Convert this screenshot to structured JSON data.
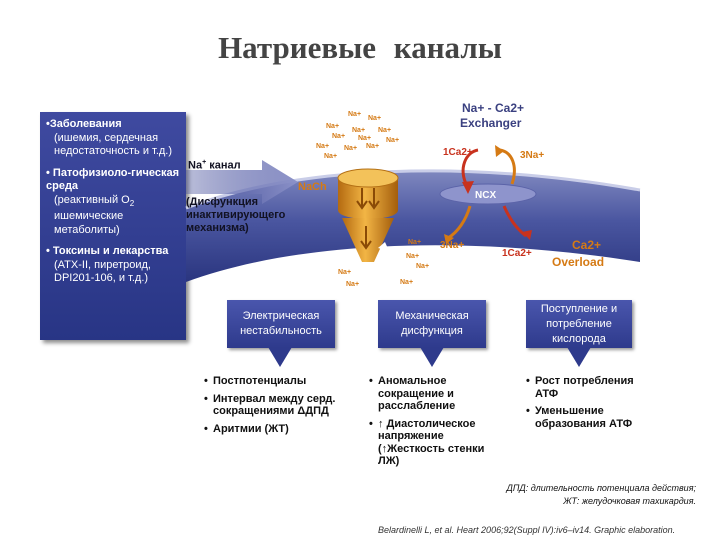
{
  "title": {
    "word1": "Натриевые",
    "word2": "каналы"
  },
  "causes": [
    {
      "head": "•Заболевания",
      "sub": "(ишемия, сердечная недостаточность и т.д.)"
    },
    {
      "head": "• Патофизиоло-гическая среда",
      "sub_pre": "(реактивный О",
      "sub_sub": "2",
      "sub_post": " ишемические метаболиты)"
    },
    {
      "head": "• Токсины и лекарства",
      "sub": "(ATX-II, пиретроид, DPI201-106, и т.д.)"
    }
  ],
  "channel_label": {
    "na": "Na",
    "sup": "+",
    "rest": " канал"
  },
  "dysfunction_label": "(Дисфункция инактивирующего механизма)",
  "diagram": {
    "nach": "NaCh",
    "exchanger_line1": "Na+ - Ca2+",
    "exchanger_line2": "Exchanger",
    "ncx": "NCX",
    "ca_in": "1Ca2+",
    "na_out": "3Na+",
    "na_in": "3Na+",
    "ca_out": "1Ca2+",
    "overload_line1": "Ca2+",
    "overload_line2": "Overload",
    "ion": "Na+",
    "colors": {
      "membrane": "#3a4791",
      "channel": "#d98a1c",
      "arrow_red": "#c8321e",
      "exchanger_text": "#3a4080"
    }
  },
  "effects": [
    {
      "title": "Электрическая нестабильность",
      "bullets": [
        "Постпотенциалы",
        "Интервал между серд. сокращениями ΔДПД",
        "Аритмии (ЖТ)"
      ]
    },
    {
      "title": "Механическая дисфункция",
      "bullets": [
        "Аномальное сокращение и расслабление",
        "↑ Диастолическое напряжение (↑Жесткость стенки ЛЖ)"
      ]
    },
    {
      "title": "Поступление и потребление кислорода",
      "bullets": [
        "Рост потребления АТФ",
        "Уменьшение образования АТФ"
      ]
    }
  ],
  "footnote": {
    "line1": "ДПД: длительность потенциала действия;",
    "line2": "ЖТ: желудочковая тахикардия."
  },
  "citation": "Belardinelli L, et al. Heart 2006;92(Suppl IV):iv6–iv14. Graphic elaboration."
}
